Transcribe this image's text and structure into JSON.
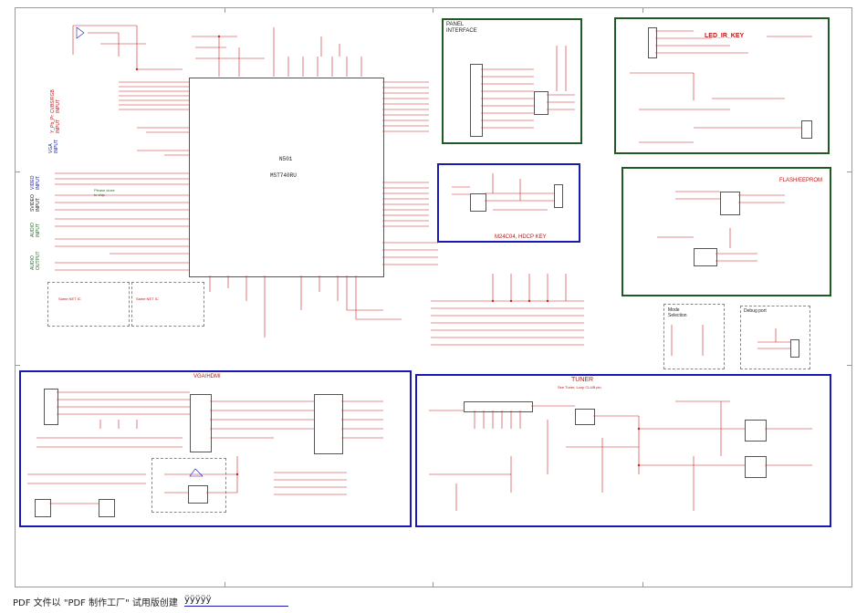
{
  "schematic": {
    "main_ic": {
      "ref": "N501",
      "part": "MST740RU"
    },
    "sections": {
      "panel_interface": "PANEL\nINTERFACE",
      "led_ir_key": "LED_IR_KEY",
      "flash_eeprom": "FLASH/EEPROM",
      "hdcp_key": "M24C04, HDCP KEY",
      "mode_selection": "Mode\nSelection",
      "debug_port": "Debug port",
      "vga_hdmi": "VGA/HDMI",
      "tuner": "TUNER"
    },
    "side_labels": {
      "cvbs_rgb": "CVBS/RGB\nINPUT",
      "ypbpr": "Y_Pb_Pr\nINPUT",
      "vga": "VGA\nINPUT",
      "video": "VIDEO\nINPUT",
      "svideo": "SVIDEO\nINPUT",
      "audio_in": "AUDIO\nINPUT",
      "audio_out": "AUDIO\nOUTPUT"
    },
    "notes": {
      "place_close": "Please close\nto chip",
      "same_net_1": "Same NET IC",
      "same_net_2": "Same NET IC",
      "tuner_note": "See Tuner, Loop CLUB pin"
    },
    "colors": {
      "wire": "#d02020",
      "green_frame": "#1f5a24",
      "blue_frame": "#1a1ab2",
      "text": "#222222"
    }
  },
  "footer": {
    "text": "PDF 文件以 \"PDF 制作工厂\" 试用版创建",
    "link": "ÿÿÿÿÿ"
  }
}
